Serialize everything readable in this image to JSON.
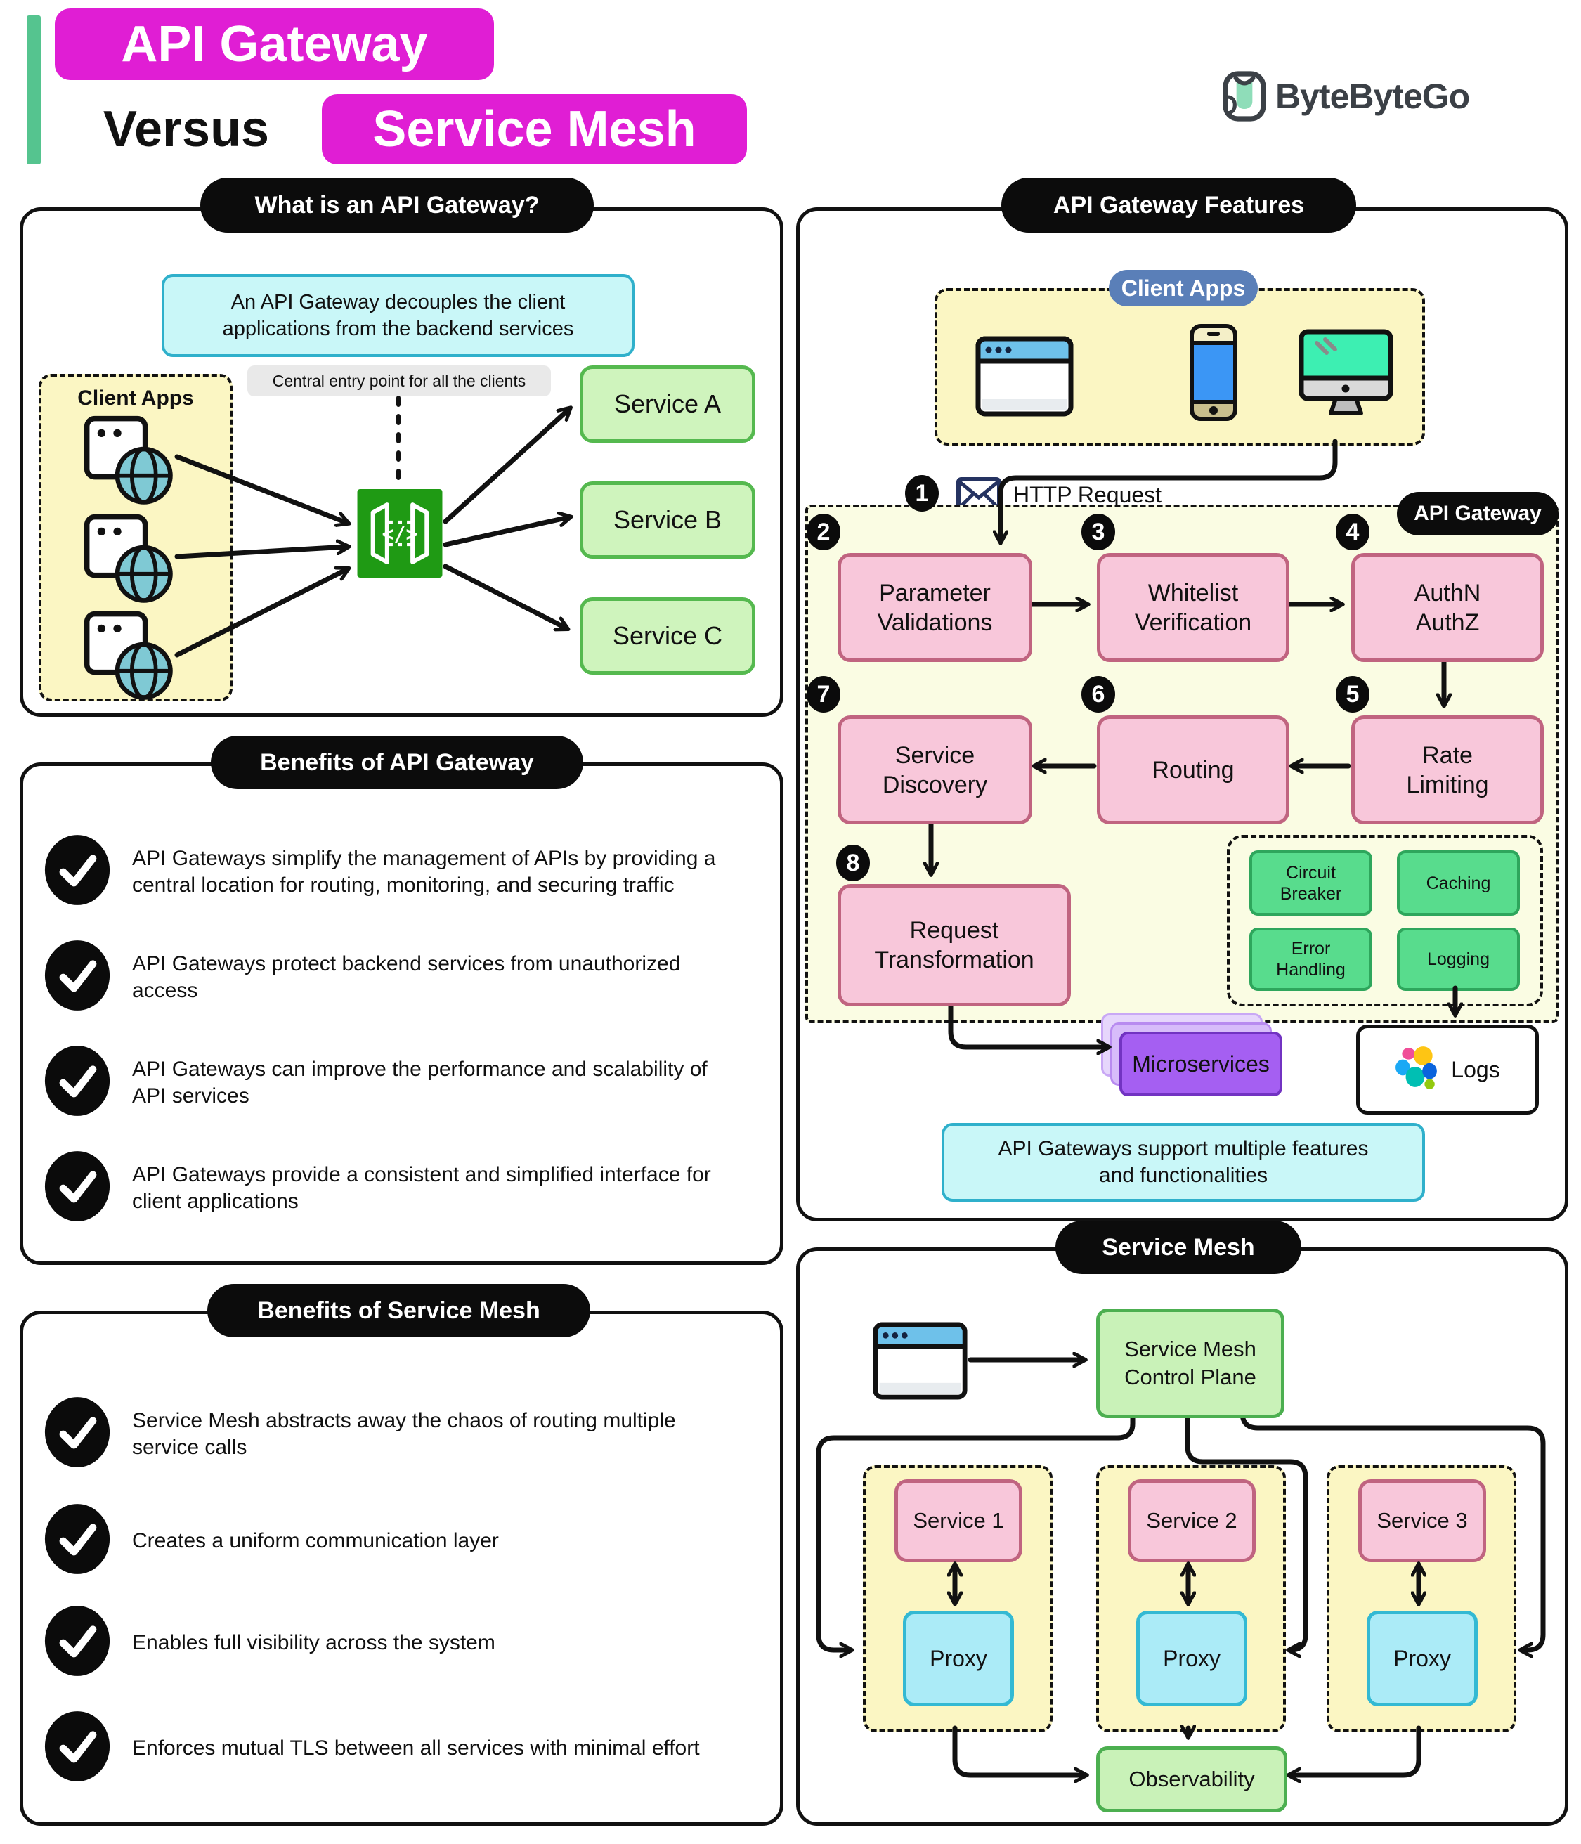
{
  "header": {
    "title_top": "API Gateway",
    "versus": "Versus",
    "title_bottom": "Service Mesh",
    "brand": "ByteByteGo"
  },
  "colors": {
    "magenta": "#E01ED4",
    "green_accent": "#55C48F",
    "yellow_panel": "#FBF6C3",
    "pink_fill": "#F8C7DA",
    "pink_border": "#C06480",
    "service_green_fill": "#CFF4BD",
    "service_green_border": "#55B94F",
    "feature_green": "#58DC8D",
    "cyan_fill": "#C9F7F8",
    "cyan_border": "#2FB0CB",
    "client_apps_blue": "#5A7FB8",
    "microservices_purple": "#A55FF2",
    "proxy_cyan": "#ABEBF7",
    "gateway_icon_green": "#1F9A14",
    "pale_flow_bg": "#FAFCE3"
  },
  "panel_what": {
    "title": "What is an API Gateway?",
    "note": "An API Gateway decouples the client applications from the backend services",
    "entry_label": "Central entry point for all the clients",
    "client_apps_label": "Client Apps",
    "services": [
      "Service A",
      "Service B",
      "Service C"
    ]
  },
  "panel_benefits_gateway": {
    "title": "Benefits of API Gateway",
    "items": [
      "API Gateways simplify the management of APIs by providing a central location for routing, monitoring, and securing traffic",
      "API Gateways protect backend services from unauthorized access",
      "API Gateways can improve the performance and scalability of API services",
      "API Gateways provide a consistent and simplified interface for client applications"
    ]
  },
  "panel_benefits_mesh": {
    "title": "Benefits of Service Mesh",
    "items": [
      "Service Mesh abstracts away the chaos of routing multiple service calls",
      "Creates a uniform communication layer",
      "Enables full visibility across the system",
      "Enforces mutual TLS between all services with minimal effort"
    ]
  },
  "panel_features": {
    "title": "API Gateway Features",
    "client_apps_label": "Client Apps",
    "gateway_pill": "API Gateway",
    "steps": [
      {
        "num": "1",
        "label": "HTTP Request"
      },
      {
        "num": "2",
        "label": "Parameter Validations"
      },
      {
        "num": "3",
        "label": "Whitelist Verification"
      },
      {
        "num": "4",
        "label": "AuthN AuthZ"
      },
      {
        "num": "5",
        "label": "Rate Limiting"
      },
      {
        "num": "6",
        "label": "Routing"
      },
      {
        "num": "7",
        "label": "Service Discovery"
      },
      {
        "num": "8",
        "label": "Request Transformation"
      }
    ],
    "extra_features": [
      "Circuit Breaker",
      "Caching",
      "Error Handling",
      "Logging"
    ],
    "microservices_label": "Microservices",
    "logs_label": "Logs",
    "note": "API Gateways support multiple features and functionalities"
  },
  "panel_mesh": {
    "title": "Service Mesh",
    "control_plane_label": "Service Mesh Control Plane",
    "services": [
      "Service 1",
      "Service 2",
      "Service 3"
    ],
    "proxy_label": "Proxy",
    "observability_label": "Observability"
  }
}
